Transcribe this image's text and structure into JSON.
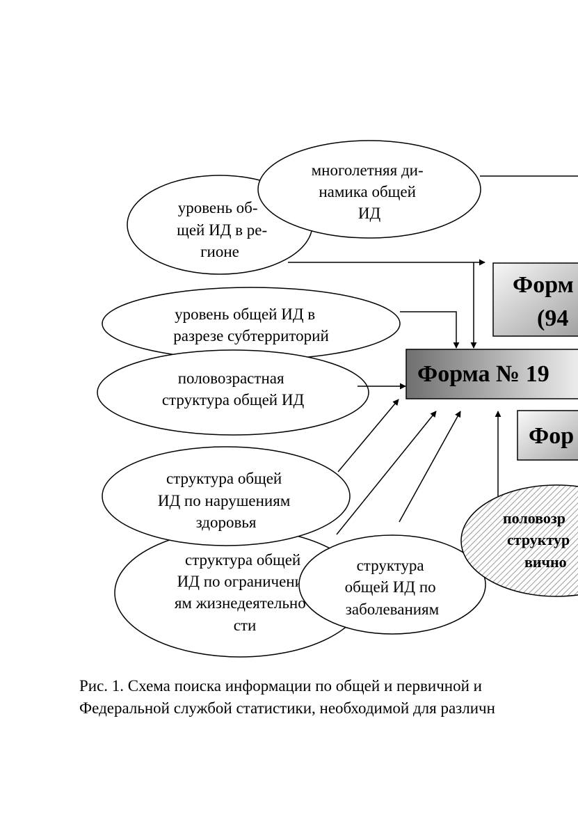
{
  "nodes": {
    "dynamics": [
      "многолетняя ди-",
      "намика общей",
      "ИД"
    ],
    "region_level": [
      "уровень об-",
      "щей ИД в ре-",
      "гионе"
    ],
    "subterritory_level": [
      "уровень общей ИД в",
      "разрезе субтерриторий"
    ],
    "sex_age": [
      "половозрастная",
      "структура общей ИД"
    ],
    "health_violations": [
      "структура общей",
      "ИД по нарушениям",
      "здоровья"
    ],
    "life_limitations": [
      "структура общей",
      "ИД по ограничени-",
      "ям жизнедеятельно-",
      "сти"
    ],
    "diseases": [
      "структура",
      "общей ИД по",
      "заболеваниям"
    ],
    "primary_sex_age": [
      "половозр",
      "структур",
      "вично"
    ]
  },
  "boxes": {
    "form_top": [
      "Форм",
      "(94"
    ],
    "form_19": "Форма № 19",
    "form_bottom": "Фор"
  },
  "caption": {
    "line1": "Рис. 1. Схема поиска информации по общей и первичной и",
    "line2": "Федеральной службой статистики, необходимой для различн"
  },
  "colors": {
    "stroke": "#000000",
    "box_dark": "#7a7a7a",
    "box_light": "#ffffff",
    "hatch": "#9a9a9a"
  }
}
